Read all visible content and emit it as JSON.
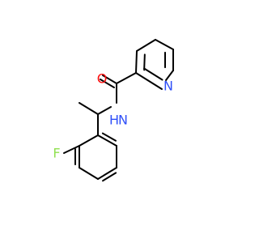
{
  "molecule": {
    "atoms": {
      "oxygen": {
        "symbol": "O"
      },
      "amide_nitrogen": {
        "symbol": "N"
      },
      "amide_hydrogen": {
        "symbol": "H"
      },
      "pyridine_nitrogen": {
        "symbol": "N"
      },
      "fluorine": {
        "symbol": "F"
      }
    }
  },
  "colors": {
    "bond": "#000000",
    "background": "#ffffff",
    "oxygen": "#ff0d0d",
    "nitrogen": "#3050f8",
    "fluorine": "#90e050"
  }
}
